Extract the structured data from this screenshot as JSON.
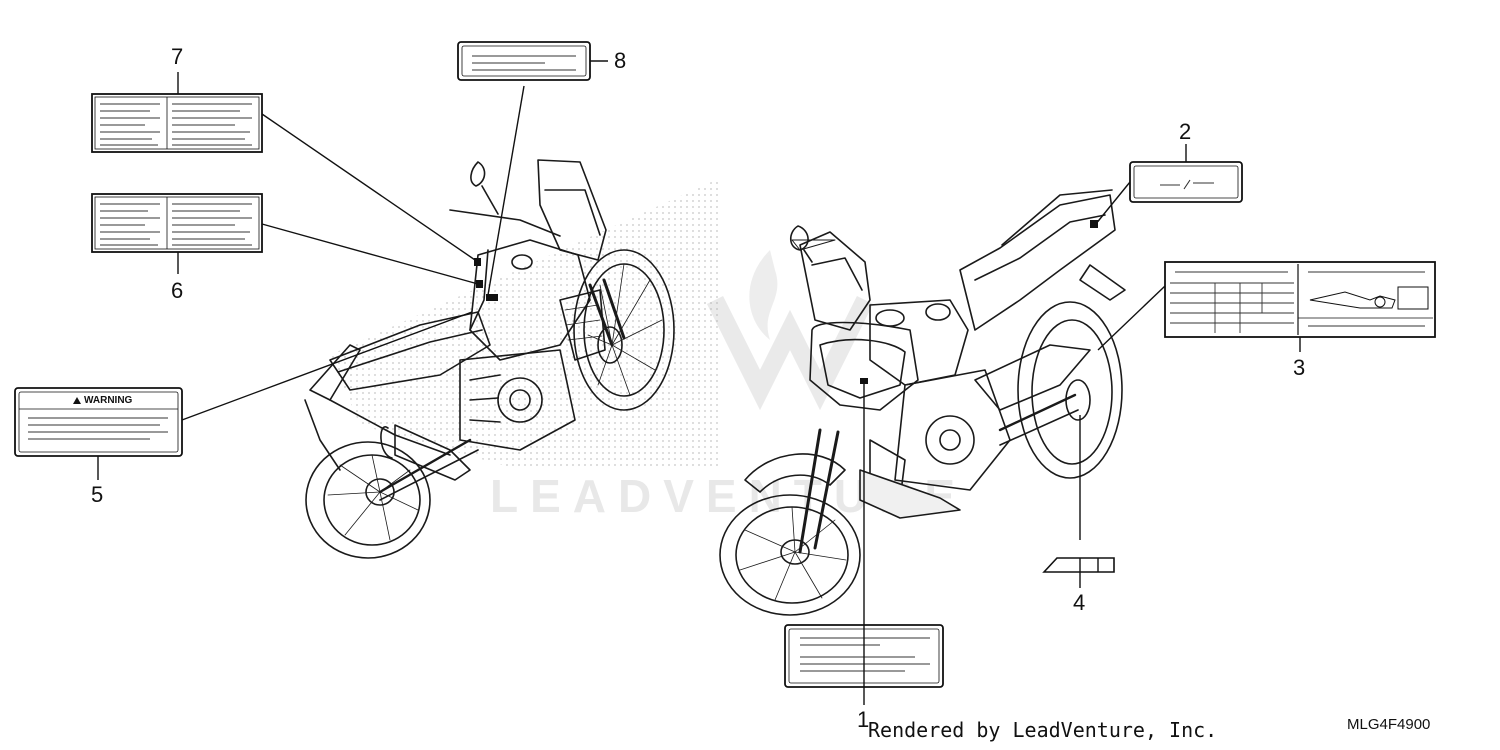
{
  "diagram": {
    "watermark": "LEADVENTURE",
    "credit": "Rendered by LeadVenture, Inc.",
    "code": "MLG4F4900",
    "warning_label": "WARNING",
    "callouts": [
      {
        "id": "1",
        "label": "1"
      },
      {
        "id": "2",
        "label": "2"
      },
      {
        "id": "3",
        "label": "3"
      },
      {
        "id": "4",
        "label": "4"
      },
      {
        "id": "5",
        "label": "5"
      },
      {
        "id": "6",
        "label": "6"
      },
      {
        "id": "7",
        "label": "7"
      },
      {
        "id": "8",
        "label": "8"
      }
    ]
  }
}
